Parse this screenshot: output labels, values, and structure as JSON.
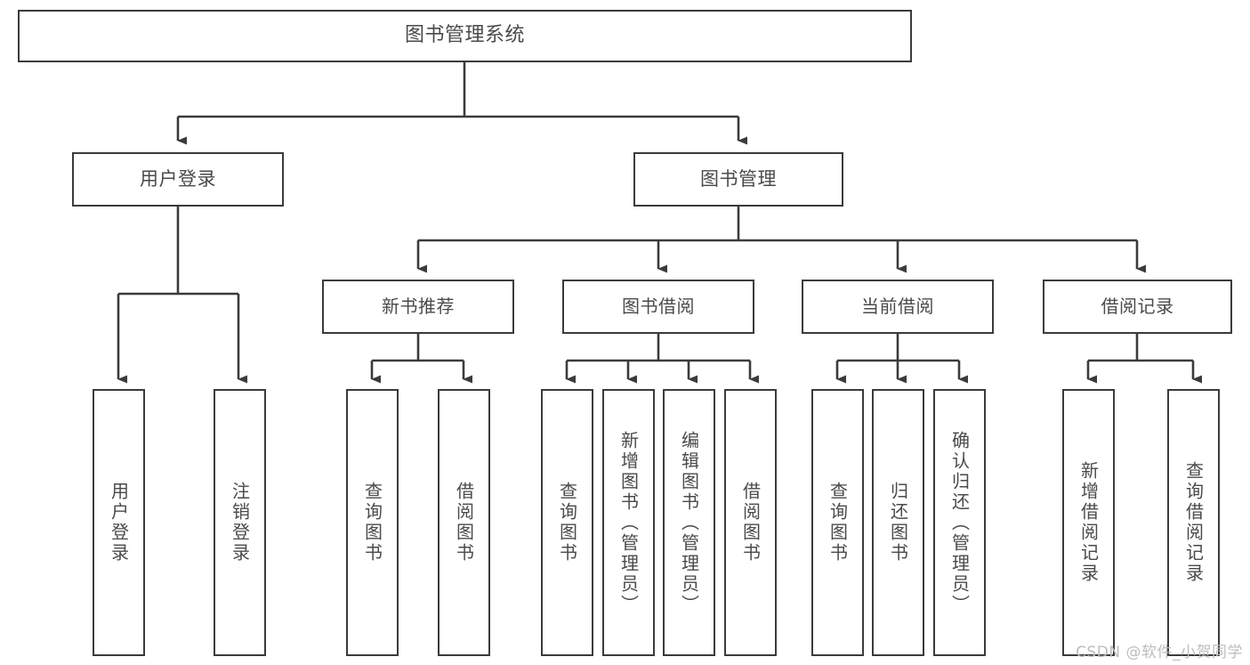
{
  "diagram": {
    "type": "tree",
    "title": "图书管理系统",
    "watermark": "CSDN @软件_小贺同学",
    "colors": {
      "node_border": "#3b3b3b",
      "node_fill": "#ffffff",
      "edge": "#3b3b3b",
      "text": "#4a4a4a",
      "watermark": "#bdbdbd",
      "background": "#ffffff"
    },
    "nodes": {
      "root": {
        "label": "图书管理系统"
      },
      "level1": [
        {
          "id": "user_login",
          "label": "用户登录"
        },
        {
          "id": "book_mgmt",
          "label": "图书管理"
        }
      ],
      "level2": [
        {
          "id": "new_book_rec",
          "label": "新书推荐"
        },
        {
          "id": "book_borrow",
          "label": "图书借阅"
        },
        {
          "id": "current_borrow",
          "label": "当前借阅"
        },
        {
          "id": "borrow_record",
          "label": "借阅记录"
        }
      ],
      "leaves": [
        {
          "id": "leaf_user_login",
          "parent": "user_login",
          "label": "用户登录"
        },
        {
          "id": "leaf_logout",
          "parent": "user_login",
          "label": "注销登录"
        },
        {
          "id": "leaf_query_book_1",
          "parent": "new_book_rec",
          "label": "查询图书"
        },
        {
          "id": "leaf_borrow_book_1",
          "parent": "new_book_rec",
          "label": "借阅图书"
        },
        {
          "id": "leaf_query_book_2",
          "parent": "book_borrow",
          "label": "查询图书"
        },
        {
          "id": "leaf_add_book",
          "parent": "book_borrow",
          "label": "新增图书（管理员）"
        },
        {
          "id": "leaf_edit_book",
          "parent": "book_borrow",
          "label": "编辑图书（管理员）"
        },
        {
          "id": "leaf_borrow_book_2",
          "parent": "book_borrow",
          "label": "借阅图书"
        },
        {
          "id": "leaf_query_book_3",
          "parent": "current_borrow",
          "label": "查询图书"
        },
        {
          "id": "leaf_return_book",
          "parent": "current_borrow",
          "label": "归还图书"
        },
        {
          "id": "leaf_confirm_return",
          "parent": "current_borrow",
          "label": "确认归还（管理员）"
        },
        {
          "id": "leaf_add_record",
          "parent": "borrow_record",
          "label": "新增借阅记录"
        },
        {
          "id": "leaf_query_record",
          "parent": "borrow_record",
          "label": "查询借阅记录"
        }
      ]
    }
  }
}
